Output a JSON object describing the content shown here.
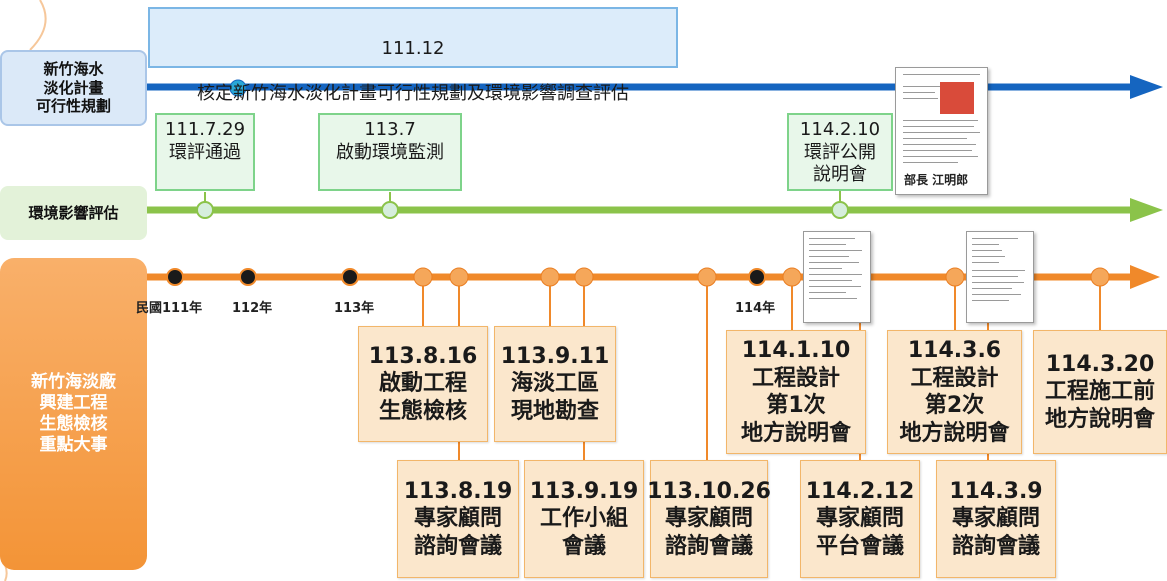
{
  "tracks": {
    "feasibility": {
      "label": "新竹海水\n淡化計畫\n可行性規劃",
      "color": "#1565c0"
    },
    "environment": {
      "label": "環境影響評估",
      "color": "#8bc34a"
    },
    "construction": {
      "label": "新竹海淡廠\n興建工程\n生態檢核\n重點大事",
      "color": "#f0892a"
    }
  },
  "feasibility_events": [
    {
      "date": "111.12",
      "text": "核定新竹海水淡化計畫可行性規劃及環境影響調查評估"
    }
  ],
  "environment_events": [
    {
      "text": "111.7.29\n環評通過"
    },
    {
      "text": "113.7\n啟動環境監測"
    },
    {
      "text": "114.2.10\n環評公開\n說明會"
    }
  ],
  "year_markers": [
    "民國111年",
    "112年",
    "113年",
    "114年"
  ],
  "construction_events_upper": [
    {
      "text": "113.8.16\n啟動工程\n生態檢核"
    },
    {
      "text": "113.9.11\n海淡工區\n現地勘查"
    },
    {
      "text": "114.1.10\n工程設計\n第1次\n地方說明會"
    },
    {
      "text": "114.3.6\n工程設計\n第2次\n地方說明會"
    },
    {
      "text": "114.3.20\n工程施工前\n地方說明會"
    }
  ],
  "construction_events_lower": [
    {
      "text": "113.8.19\n專家顧問\n諮詢會議"
    },
    {
      "text": "113.9.19\n工作小組\n會議"
    },
    {
      "text": "113.10.26\n專家顧問\n諮詢會議"
    },
    {
      "text": "114.2.12\n專家顧問\n平台會議"
    },
    {
      "text": "114.3.9\n專家顧問\n諮詢會議"
    }
  ],
  "document_signature": "部長 江明郎"
}
